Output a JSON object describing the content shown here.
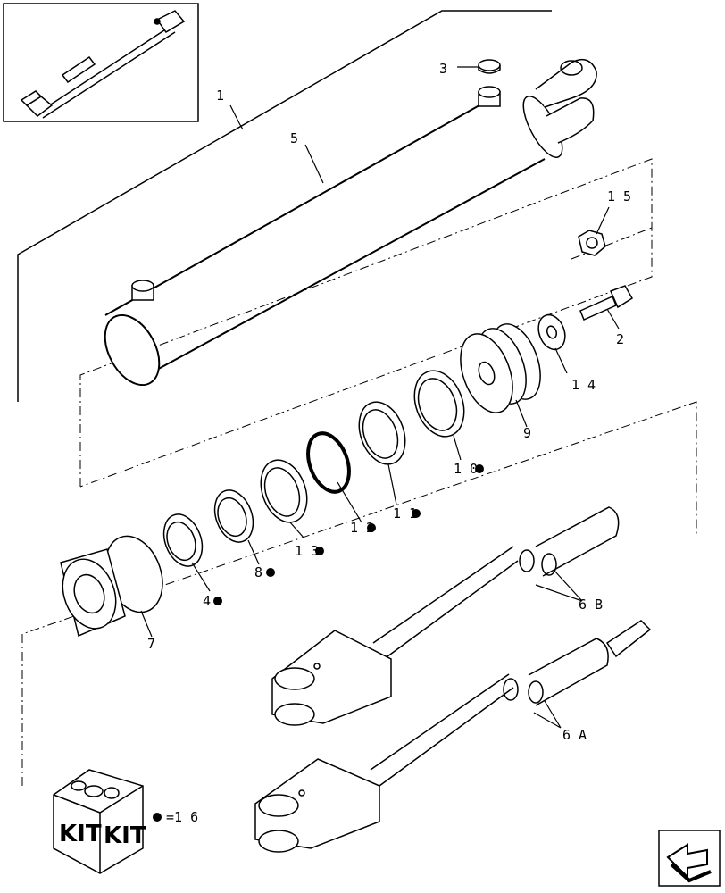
{
  "callouts": {
    "c1": "1",
    "c2": "2",
    "c3": "3",
    "c4": "4",
    "c5": "5",
    "c6a": "6 A",
    "c6b": "6 B",
    "c7": "7",
    "c8": "8",
    "c9": "9",
    "c10": "1 0",
    "c11": "1 1",
    "c12": "1 2",
    "c13": "1 3",
    "c14": "1 4",
    "c15": "1 5"
  },
  "kit": {
    "box_label_left": "KIT",
    "box_label_right": "KIT",
    "legend": "=1 6"
  },
  "colors": {
    "line": "#000000",
    "background": "#ffffff"
  },
  "icons": {
    "kit_marker": "filled-dot",
    "navigation": "next-page-arrow-icon"
  }
}
